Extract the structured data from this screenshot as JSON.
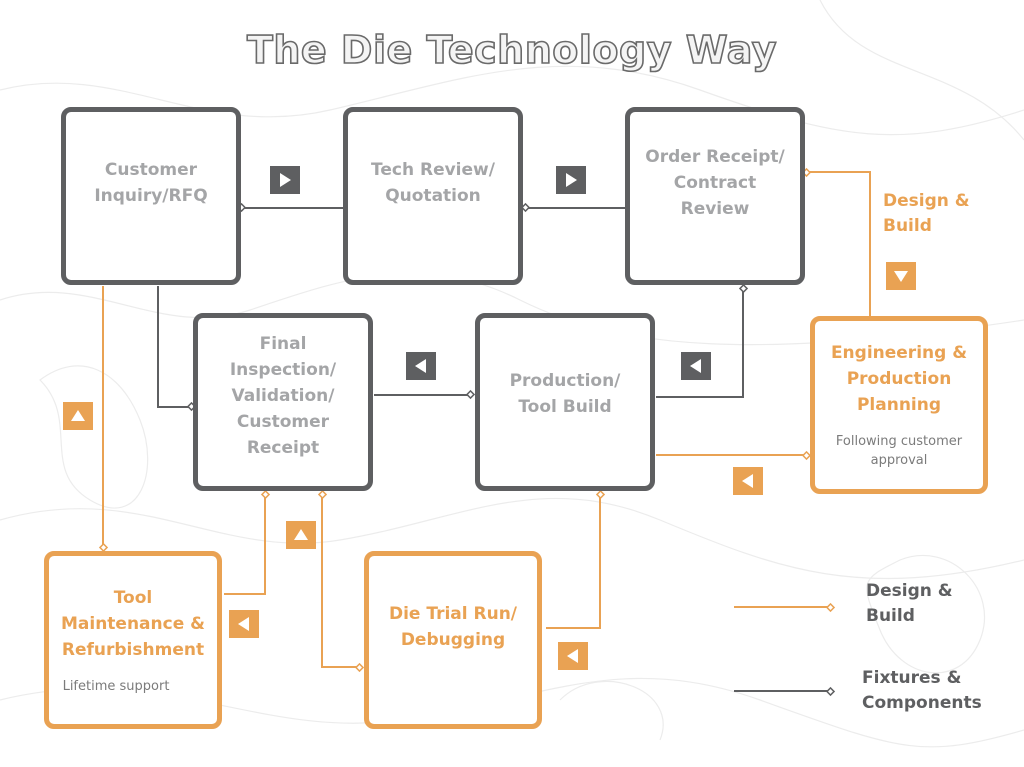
{
  "title": "The Die Technology Way",
  "colors": {
    "design_build": "#e9a253",
    "fixtures_components": "#5e5f61",
    "gray_text": "#a4a5a7"
  },
  "steps": {
    "customer_inquiry": {
      "label": "Customer\nInquiry/RFQ",
      "track": "fixtures_components"
    },
    "tech_review": {
      "label": "Tech Review/\nQuotation",
      "track": "fixtures_components"
    },
    "order_receipt": {
      "label": "Order Receipt/\nContract\nReview",
      "track": "fixtures_components"
    },
    "final_inspection": {
      "label": "Final\nInspection/\nValidation/\nCustomer\nReceipt",
      "track": "fixtures_components"
    },
    "production": {
      "label": "Production/\nTool Build",
      "track": "fixtures_components"
    },
    "engineering": {
      "label": "Engineering &\nProduction\nPlanning",
      "note": "Following customer\napproval",
      "track": "design_build"
    },
    "tool_maintenance": {
      "label": "Tool\nMaintenance &\nRefurbishment",
      "note": "Lifetime support",
      "track": "design_build"
    },
    "die_trial": {
      "label": "Die Trial Run/\nDebugging",
      "track": "design_build"
    }
  },
  "side_label": "Design &\nBuild",
  "arrow_icons": {
    "right": "play-right-icon",
    "left": "play-left-icon",
    "down": "play-down-icon",
    "up": "play-up-icon"
  },
  "legend": [
    {
      "label": "Design &\nBuild",
      "color": "#e9a253"
    },
    {
      "label": "Fixtures &\nComponents",
      "color": "#5e5f61"
    }
  ]
}
